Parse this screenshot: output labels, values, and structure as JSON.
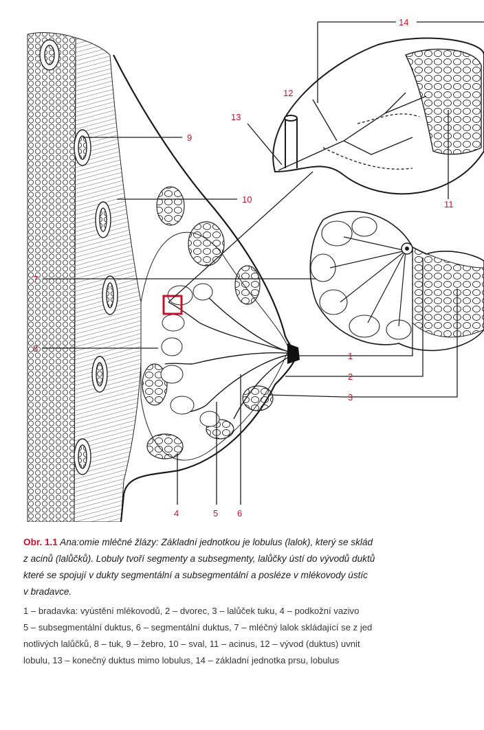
{
  "figure": {
    "callout_numbers": [
      "1",
      "2",
      "3",
      "4",
      "5",
      "6",
      "7",
      "8",
      "9",
      "10",
      "11",
      "12",
      "13",
      "14"
    ],
    "highlight_color": "#c8102e",
    "line_color": "#1a1a1a"
  },
  "caption": {
    "label": "Obr. 1.1",
    "text_lines": [
      "Ana:omie mléčné žlázy: Základní jednotkou je lobulus (lalok), který se sklád",
      "z acinů (lalůčků). Lobuly tvoří segmenty a subsegmenty, lalůčky ústí do vývodů duktů",
      "které se spojují v dukty segmentální a subsegmentální a posléze v mlékovody ústíc",
      "v bradavce."
    ],
    "legend_lines": [
      "1 – bradavka: vyústění mlékovodů, 2 – dvorec, 3 – lalůček tuku, 4 – podkožní vazivo",
      "5 – subsegmentální duktus, 6 – segmentální duktus, 7 – mléčný lalok skládající se z jed",
      "notlivých lalůčků, 8 – tuk, 9 – žebro, 10 – sval, 11 – acinus, 12 – vývod (duktus) uvnit",
      "lobulu, 13 – konečný duktus mimo lobulus, 14 – základní jednotka prsu, lobulus"
    ]
  }
}
